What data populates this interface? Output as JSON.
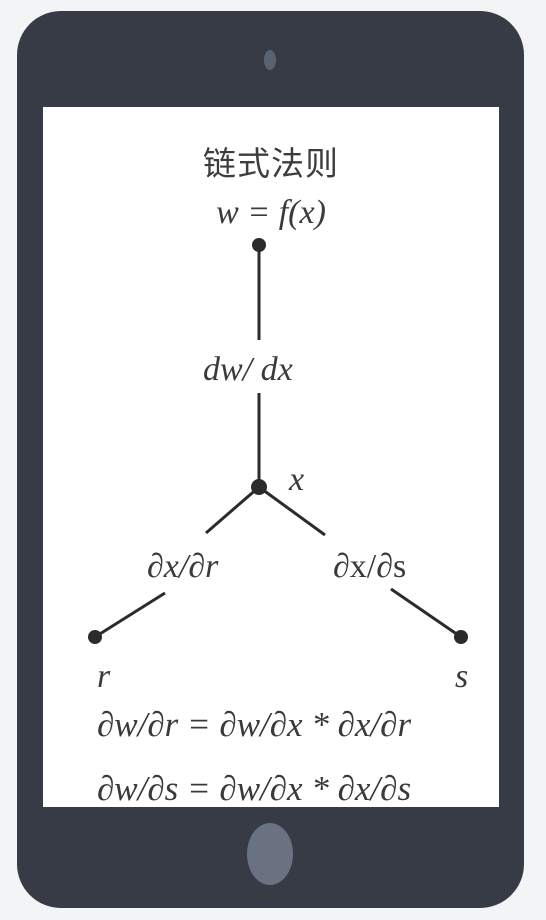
{
  "diagram": {
    "title": "链式法则",
    "subtitle": "w = f(x)",
    "edges": {
      "top_label": "dw/ dx",
      "left_label": "∂x/∂r",
      "right_label": "∂x/∂s"
    },
    "nodes": {
      "middle_label": "x",
      "left_label": "r",
      "right_label": "s"
    },
    "equations": [
      "∂w/∂r = ∂w/∂x * ∂x/∂r",
      "∂w/∂s = ∂w/∂x * ∂x/∂s"
    ]
  },
  "colors": {
    "device_body": "#363b45",
    "screen": "#ffffff",
    "ink": "#2b2b2b"
  }
}
